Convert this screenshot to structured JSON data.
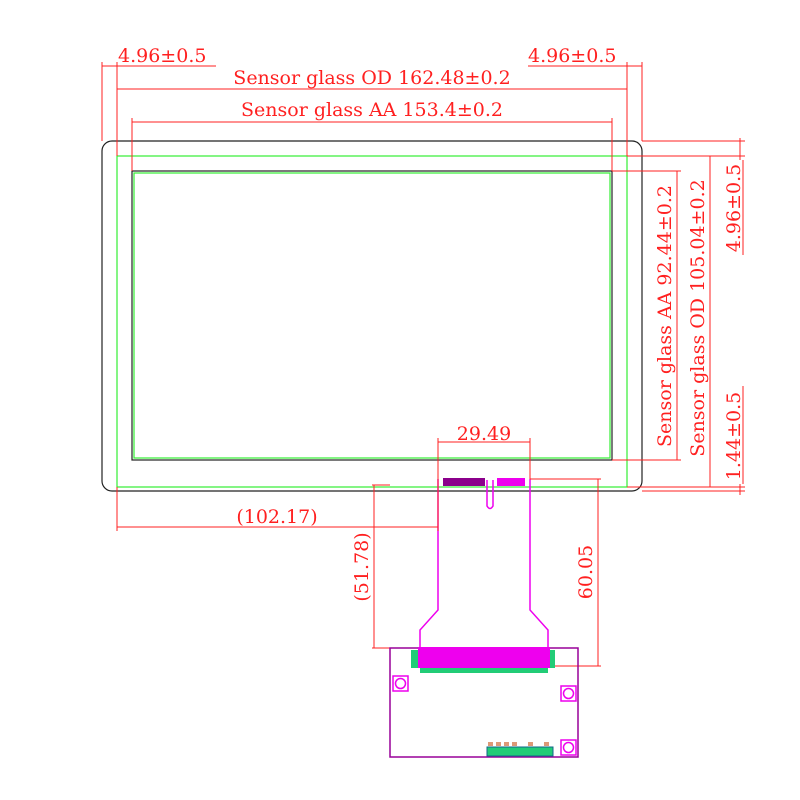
{
  "drawing": {
    "dims": {
      "left_border": "4.96±0.5",
      "right_border": "4.96±0.5",
      "od_width": "Sensor glass OD 162.48±0.2",
      "aa_width": "Sensor glass AA 153.4±0.2",
      "aa_height": "Sensor glass AA 92.44±0.2",
      "od_height": "Sensor glass OD 105.04±0.2",
      "top_border": "4.96±0.5",
      "bottom_border": "1.44±0.5",
      "fpc_width": "29.49",
      "fpc_offset": "(102.17)",
      "pcb_offset": "(51.78)",
      "fpc_length": "60.05"
    },
    "colors": {
      "dimension": "#ff2020",
      "outline": "#222222",
      "glass_edge": "#33ee33",
      "fpc": "#ee00ee",
      "pcb": "#990099"
    }
  }
}
